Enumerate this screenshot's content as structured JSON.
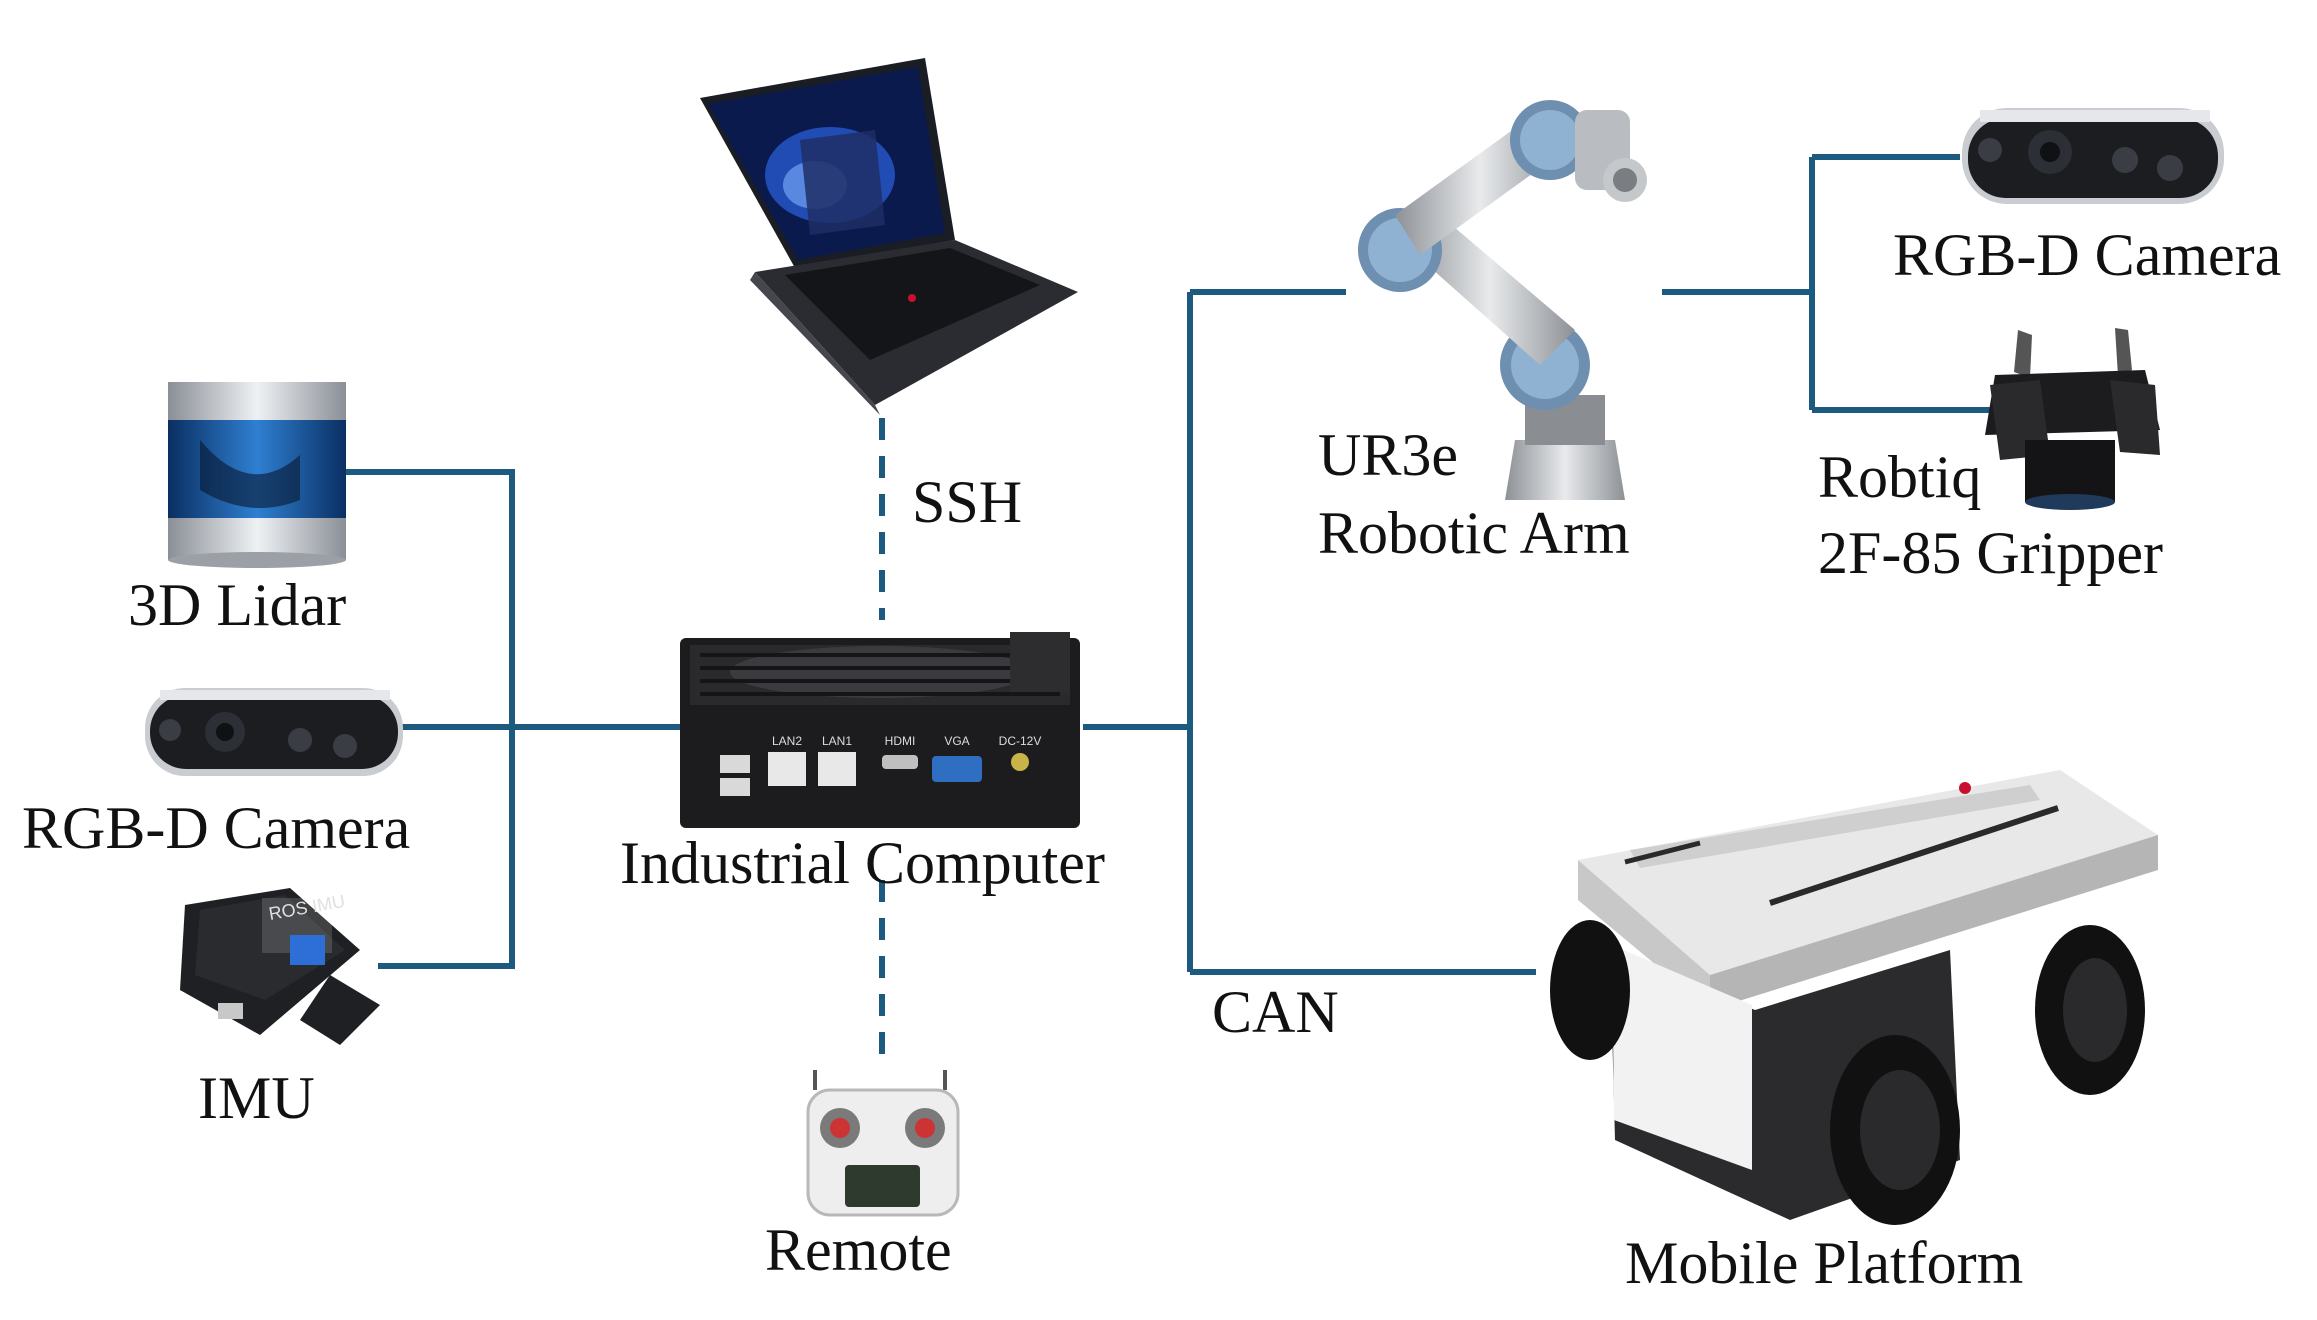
{
  "colors": {
    "connector": "#1d5a80",
    "label": "#111111"
  },
  "nodes": {
    "laptop": {
      "icon": "laptop-icon"
    },
    "industrial_computer": {
      "label": "Industrial Computer",
      "icon": "mini-pc-icon",
      "ports": [
        "LAN2",
        "LAN1",
        "HDMI",
        "VGA",
        "DC-12V"
      ]
    },
    "lidar": {
      "label": "3D Lidar",
      "icon": "lidar-icon"
    },
    "rgbd_camera_left": {
      "label": "RGB-D Camera",
      "icon": "depth-camera-icon"
    },
    "imu": {
      "label": "IMU",
      "icon": "imu-icon",
      "print": "ROS IMU"
    },
    "remote": {
      "label": "Remote",
      "icon": "remote-controller-icon"
    },
    "robotic_arm": {
      "label_line1": "UR3e",
      "label_line2": "Robotic Arm",
      "icon": "robot-arm-icon"
    },
    "rgbd_camera_right": {
      "label": "RGB-D Camera",
      "icon": "depth-camera-icon"
    },
    "gripper": {
      "label_line1": "Robtiq",
      "label_line2": "2F-85 Gripper",
      "icon": "gripper-icon"
    },
    "mobile_platform": {
      "label": "Mobile Platform",
      "icon": "mobile-robot-icon"
    }
  },
  "links": {
    "ssh_label": "SSH",
    "can_label": "CAN"
  }
}
